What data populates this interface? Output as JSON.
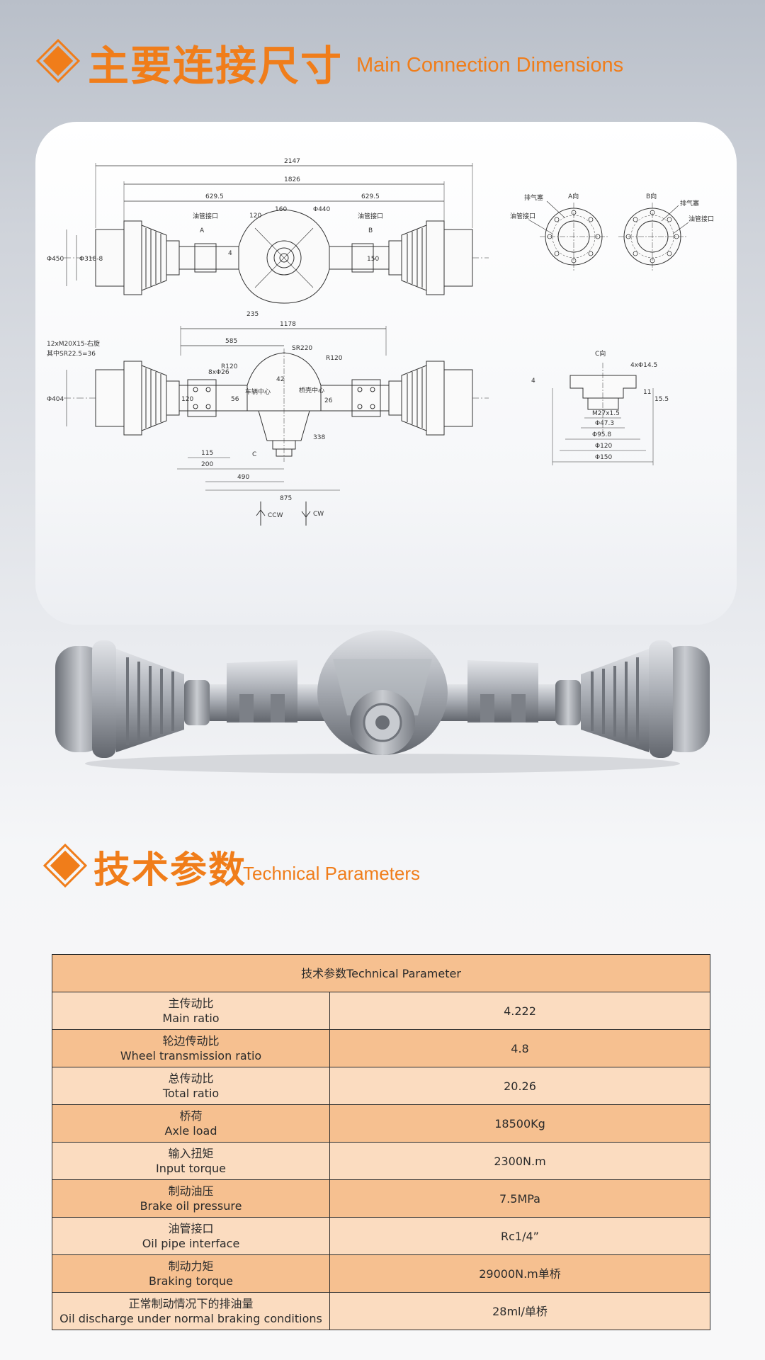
{
  "sections": {
    "dimensions": {
      "title_zh": "主要连接尺寸",
      "title_en": "Main Connection Dimensions"
    },
    "technical": {
      "title_zh": "技术参数",
      "title_en": "Technical Parameters"
    }
  },
  "drawing": {
    "top_view": {
      "dims": [
        "2147",
        "1826",
        "629.5",
        "629.5",
        "160",
        "Φ440",
        "120",
        "Φ450",
        "Φ318-8",
        "150",
        "4",
        "235"
      ],
      "labels": [
        "A",
        "B",
        "油管接口",
        "油管接口"
      ]
    },
    "front_view": {
      "dims": [
        "1178",
        "585",
        "SR220",
        "R120",
        "R120",
        "8xΦ26",
        "Φ404",
        "42",
        "26",
        "338",
        "115",
        "200",
        "490",
        "875",
        "56",
        "120"
      ],
      "notes": [
        "12xM20X15-右旋",
        "其中SR22.5=36",
        "车辆中心",
        "桥壳中心",
        "C"
      ]
    },
    "flange_views": {
      "a_label": "A向",
      "b_label": "B向",
      "labels": [
        "排气塞",
        "油管接口",
        "排气塞",
        "油管接口"
      ]
    },
    "c_view": {
      "label": "C向",
      "dims": [
        "4xΦ14.5",
        "M27x1.5",
        "Φ47.3",
        "Φ95.8",
        "Φ120",
        "Φ150",
        "11",
        "15.5",
        "4"
      ]
    },
    "rotation": {
      "ccw": "CCW",
      "cw": "CW"
    }
  },
  "table": {
    "header": "技术参数Technical Parameter",
    "rows": [
      {
        "label_zh": "主传动比",
        "label_en": "Main ratio",
        "value": "4.222"
      },
      {
        "label_zh": "轮边传动比",
        "label_en": "Wheel transmission ratio",
        "value": "4.8"
      },
      {
        "label_zh": "总传动比",
        "label_en": "Total ratio",
        "value": "20.26"
      },
      {
        "label_zh": "桥荷",
        "label_en": "Axle load",
        "value": "18500Kg"
      },
      {
        "label_zh": "输入扭矩",
        "label_en": "Input torque",
        "value": "2300N.m"
      },
      {
        "label_zh": "制动油压",
        "label_en": "Brake oil pressure",
        "value": "7.5MPa"
      },
      {
        "label_zh": "油管接口",
        "label_en": "Oil pipe interface",
        "value": "Rc1/4”"
      },
      {
        "label_zh": "制动力矩",
        "label_en": "Braking torque",
        "value": "29000N.m单桥"
      },
      {
        "label_zh": "正常制动情况下的排油量",
        "label_en": "Oil discharge under normal braking conditions",
        "value": "28ml/单桥"
      }
    ]
  },
  "colors": {
    "accent": "#f07d1a",
    "row_dark": "#f6c090",
    "row_light": "#fbdcc0"
  }
}
